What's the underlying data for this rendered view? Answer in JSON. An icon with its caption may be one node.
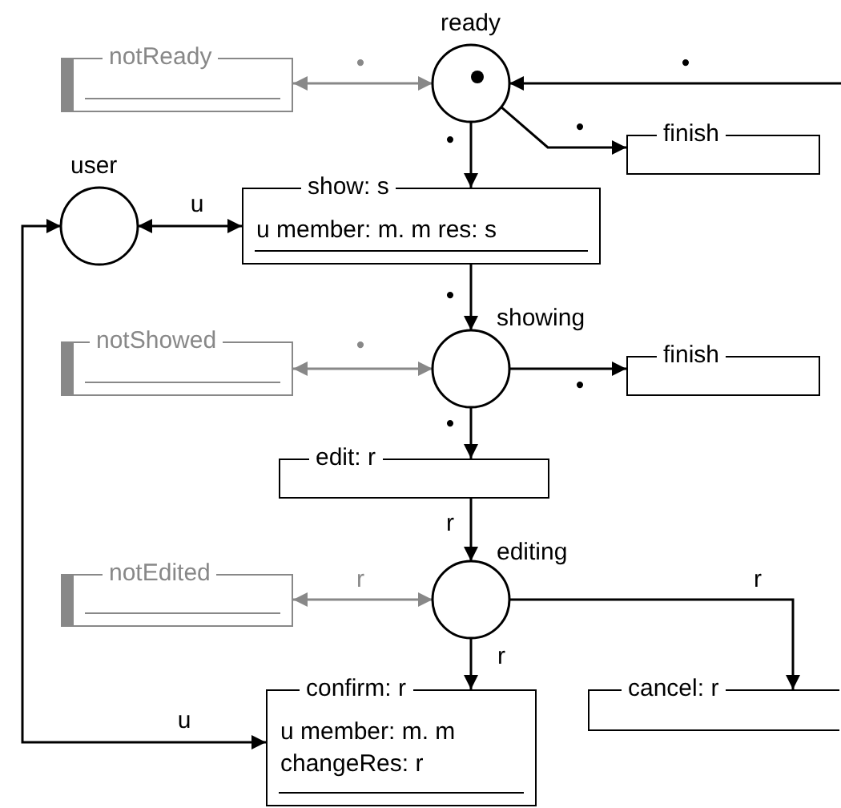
{
  "diagram": {
    "nodes": [
      {
        "text": [
          "notReady"
        ]
      },
      {
        "text": [
          "ready"
        ]
      },
      {
        "text": [
          "finish"
        ]
      },
      {
        "text": [
          "user"
        ]
      },
      {
        "text": [
          "show: s",
          "u member: m. m res: s"
        ]
      },
      {
        "text": [
          "notShowed"
        ]
      },
      {
        "text": [
          "showing"
        ]
      },
      {
        "text": [
          "finish"
        ]
      },
      {
        "text": [
          "edit: r"
        ]
      },
      {
        "text": [
          "notEdited"
        ]
      },
      {
        "text": [
          "editing"
        ]
      },
      {
        "text": [
          "confirm: r",
          "u member: m. m changeRes: r"
        ]
      },
      {
        "text": [
          "cancel: r"
        ]
      }
    ],
    "edges": [
      {
        "from": 0,
        "to": 1,
        "arrow": "both",
        "label": "•",
        "color": "#888888"
      },
      {
        "from": null,
        "to": 1,
        "arrow": "to",
        "label": "•"
      },
      {
        "from": 1,
        "to": 2,
        "arrow": "to",
        "label": "•"
      },
      {
        "from": 1,
        "to": 4,
        "arrow": "to",
        "label": "•"
      },
      {
        "from": 3,
        "to": 4,
        "arrow": "both",
        "label": "u"
      },
      {
        "from": 4,
        "to": 6,
        "arrow": "to",
        "label": "•"
      },
      {
        "from": 5,
        "to": 6,
        "arrow": "both",
        "label": "•",
        "color": "#888888"
      },
      {
        "from": 6,
        "to": 7,
        "arrow": "to",
        "label": "•"
      },
      {
        "from": 6,
        "to": 8,
        "arrow": "to",
        "label": "•"
      },
      {
        "from": 8,
        "to": 10,
        "arrow": "to",
        "label": "r"
      },
      {
        "from": 9,
        "to": 10,
        "arrow": "both",
        "label": "r",
        "color": "#888888"
      },
      {
        "from": 10,
        "to": 11,
        "arrow": "to",
        "label": "r"
      },
      {
        "from": 10,
        "to": 12,
        "arrow": "to",
        "label": "r"
      },
      {
        "from": 3,
        "to": 11,
        "arrow": "both",
        "label": "u"
      }
    ]
  }
}
